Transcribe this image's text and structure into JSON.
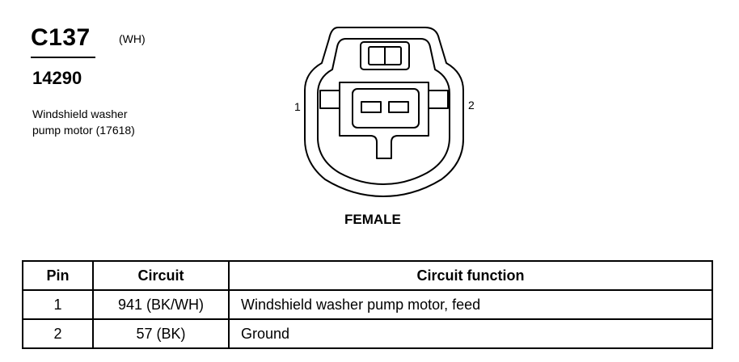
{
  "connector": {
    "id": "C137",
    "color": "(WH)",
    "part_number": "14290",
    "description_line1": "Windshield washer",
    "description_line2": "pump motor (17618)"
  },
  "view": {
    "pin_left": "1",
    "pin_right": "2",
    "gender": "FEMALE"
  },
  "table": {
    "headers": [
      "Pin",
      "Circuit",
      "Circuit function"
    ],
    "rows": [
      [
        "1",
        "941 (BK/WH)",
        "Windshield washer pump motor, feed"
      ],
      [
        "2",
        "57 (BK)",
        "Ground"
      ]
    ]
  }
}
